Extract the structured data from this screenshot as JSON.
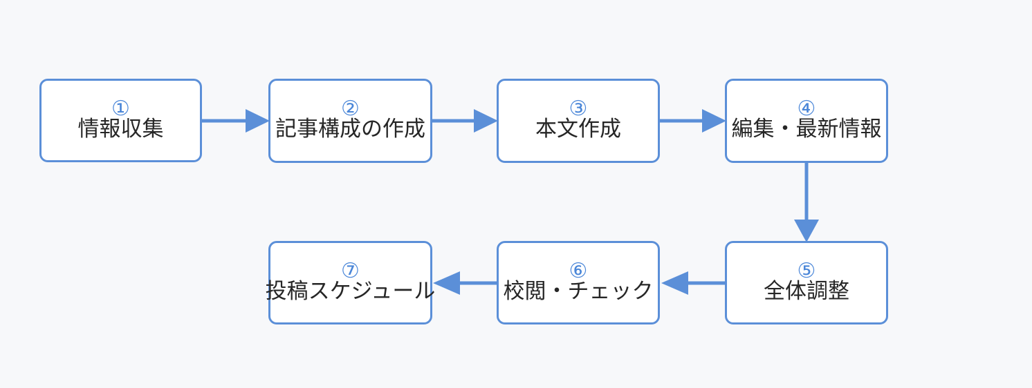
{
  "diagram": {
    "type": "flowchart",
    "background_color": "#f7f8fa",
    "accent_color": "#5b8fd8",
    "number_color": "#4a86d8",
    "label_color": "#262626",
    "nodes": [
      {
        "id": "1",
        "number": "①",
        "label": "情報収集"
      },
      {
        "id": "2",
        "number": "②",
        "label": "記事構成の作成"
      },
      {
        "id": "3",
        "number": "③",
        "label": "本文作成"
      },
      {
        "id": "4",
        "number": "④",
        "label": "編集・最新情報"
      },
      {
        "id": "5",
        "number": "⑤",
        "label": "全体調整"
      },
      {
        "id": "6",
        "number": "⑥",
        "label": "校閲・チェック"
      },
      {
        "id": "7",
        "number": "⑦",
        "label": "投稿スケジュール"
      }
    ],
    "edges": [
      {
        "from": "1",
        "to": "2",
        "direction": "right"
      },
      {
        "from": "2",
        "to": "3",
        "direction": "right"
      },
      {
        "from": "3",
        "to": "4",
        "direction": "right"
      },
      {
        "from": "4",
        "to": "5",
        "direction": "down"
      },
      {
        "from": "5",
        "to": "6",
        "direction": "left"
      },
      {
        "from": "6",
        "to": "7",
        "direction": "left"
      }
    ]
  }
}
